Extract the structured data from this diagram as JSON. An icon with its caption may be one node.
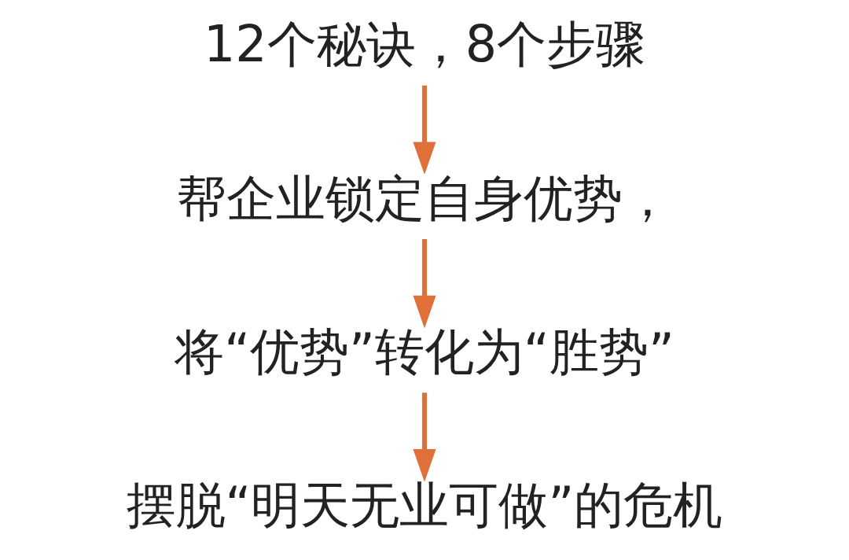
{
  "diagram": {
    "nodes": [
      {
        "text": [
          "12个秘诀，8个步骤"
        ]
      },
      {
        "text": [
          "帮企业锁定自身优势，"
        ]
      },
      {
        "text": [
          "将“优势”转化为“胜势”"
        ]
      },
      {
        "text": [
          "摆脱“明天无业可做”的危机"
        ]
      }
    ],
    "edges": [
      {
        "from": 0,
        "to": 1,
        "arrow": "to"
      },
      {
        "from": 1,
        "to": 2,
        "arrow": "to"
      },
      {
        "from": 2,
        "to": 3,
        "arrow": "to"
      }
    ]
  }
}
